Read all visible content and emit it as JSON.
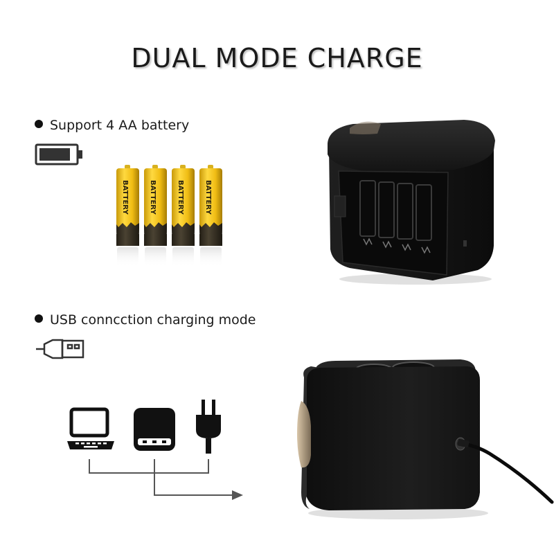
{
  "title": "DUAL MODE CHARGE",
  "features": [
    {
      "label": "Support 4 AA battery",
      "icon": "battery-level-icon"
    },
    {
      "label": "USB conncction charging mode",
      "icon": "usb-plug-icon"
    }
  ],
  "battery_label": "BATTERY",
  "battery_count": 4,
  "devices": [
    {
      "icon": "laptop-icon"
    },
    {
      "icon": "power-bank-icon"
    },
    {
      "icon": "wall-plug-icon"
    }
  ],
  "colors": {
    "battery_yellow": "#f2c21b",
    "battery_dark": "#3a3326",
    "device_black": "#1b1b1b",
    "arrow_gray": "#4a4a4a"
  }
}
